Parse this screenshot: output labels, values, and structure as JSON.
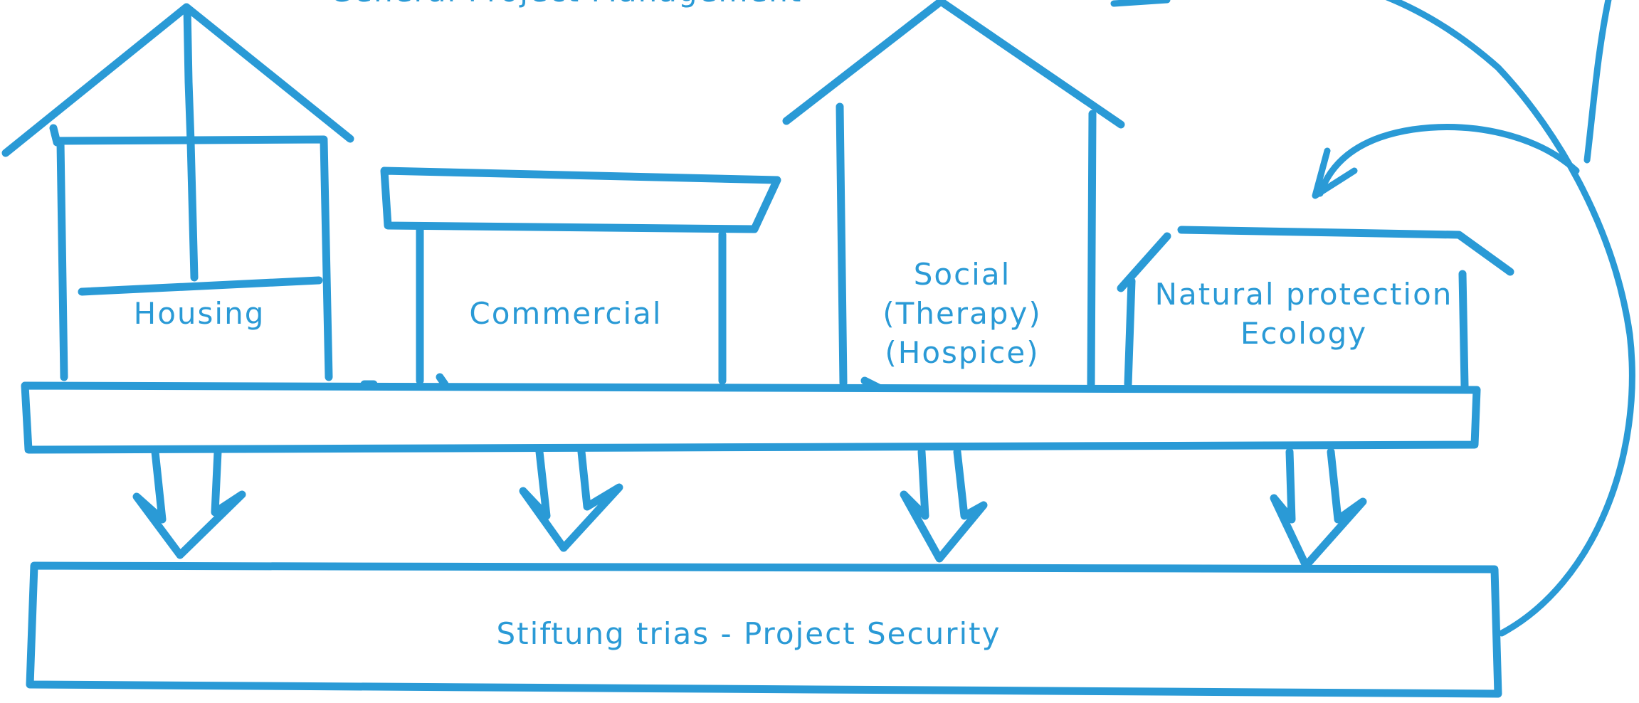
{
  "colors": {
    "stroke": "#2a9ad6",
    "text": "#2a9ad6",
    "background": "#ffffff"
  },
  "top_label": "General Project Management",
  "buildings": {
    "housing": {
      "label": "Housing"
    },
    "commercial": {
      "label": "Commercial"
    },
    "social": {
      "lines": [
        "Social",
        "(Therapy)",
        "(Hospice)"
      ]
    },
    "nature": {
      "lines": [
        "Natural protection",
        "Ecology"
      ]
    }
  },
  "foundation": {
    "label": "Stiftung trias - Project Security"
  }
}
